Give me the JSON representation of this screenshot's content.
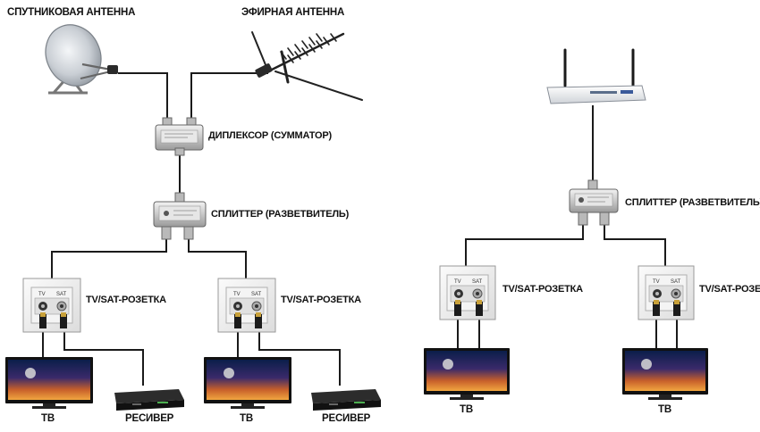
{
  "labels": {
    "satellite_antenna": "СПУТНИКОВАЯ АНТЕННА",
    "terrestrial_antenna": "ЭФИРНАЯ АНТЕННА",
    "diplexer": "ДИПЛЕКСОР (СУММАТОР)",
    "splitter_left": "СПЛИТТЕР (РАЗВЕТВИТЕЛЬ)",
    "splitter_right": "СПЛИТТЕР (РАЗВЕТВИТЕЛЬ)",
    "socket_1": "TV/SAT-РОЗЕТКА",
    "socket_2": "TV/SAT-РОЗЕТКА",
    "socket_3": "TV/SAT-РОЗЕТКА",
    "socket_4": "TV/SAT-РОЗЕТКА",
    "tv_1": "ТВ",
    "tv_2": "ТВ",
    "tv_3": "ТВ",
    "tv_4": "ТВ",
    "receiver_1": "РЕСИВЕР",
    "receiver_2": "РЕСИВЕР"
  },
  "device_text": {
    "socket_tv": "TV",
    "socket_sat": "SAT"
  }
}
